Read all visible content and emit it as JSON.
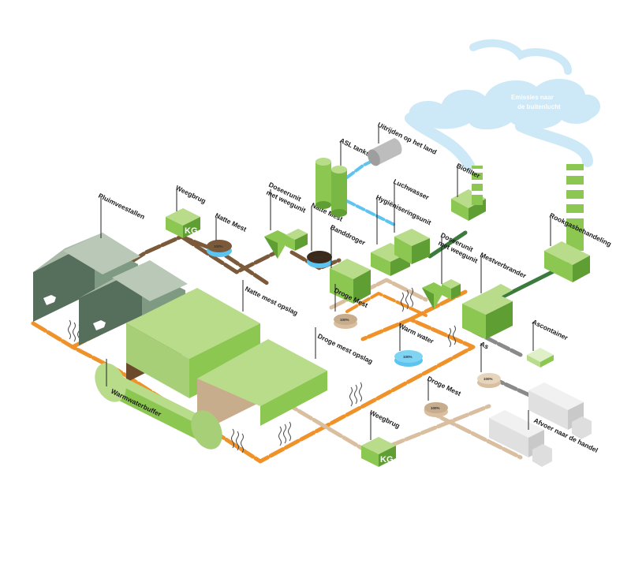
{
  "labels": {
    "pluimveestallen": "Pluimveestallen",
    "weegbrug_top": "Weegbrug",
    "natte_mest_1": "Natte Mest",
    "doseerunit_1": "Doseerunit",
    "met_weegunit_1": "met weegunit",
    "natte_mest_2": "Natte Mest",
    "asl_tanks": "ASL tanks",
    "uitrijden": "Uitrijden op het land",
    "hygieniseringsunit": "Hygiëniseringsunit",
    "luchtwasser": "Luchwasser",
    "banddroger": "Banddroger",
    "droge_mest_1": "Droge Mest",
    "doseerunit_2": "Doseerunit",
    "met_weegunit_2": "met weegunit",
    "mestverbrander": "Mestverbrander",
    "biofilter": "Biofilter",
    "emissies_1": "Emissies naar",
    "emissies_2": "de buitenlucht",
    "rookgasbehandeling": "Rookgasbehandeling",
    "natte_mest_opslag": "Natte mest opslag",
    "droge_mest_opslag": "Droge mest opslag",
    "warm_water": "Warm water",
    "ascontainer": "Ascontainer",
    "as": "As",
    "droge_mest_2": "Droge Mest",
    "afvoer": "Afvoer naar de handel",
    "weegbrug_bottom": "Weegbrug",
    "warmwaterbuffer": "Warmwaterbuffer"
  },
  "badges": {
    "kg": "KG",
    "pct": "100%"
  },
  "colors": {
    "green_light": "#b8dc8a",
    "green_mid": "#8cc751",
    "green_dark": "#5e9e33",
    "stable_light": "#a9baa8",
    "stable_mid": "#7f9a82",
    "stable_dark": "#566f5c",
    "brown_pipe": "#7a5a3a",
    "orange_pipe": "#f0922a",
    "tan_pipe": "#d9bfa0",
    "blue_pipe": "#5cc4ee",
    "dark_green_pipe": "#3c7a3e",
    "grey_pipe": "#8a8a8a",
    "cloud": "#cde8f6"
  }
}
